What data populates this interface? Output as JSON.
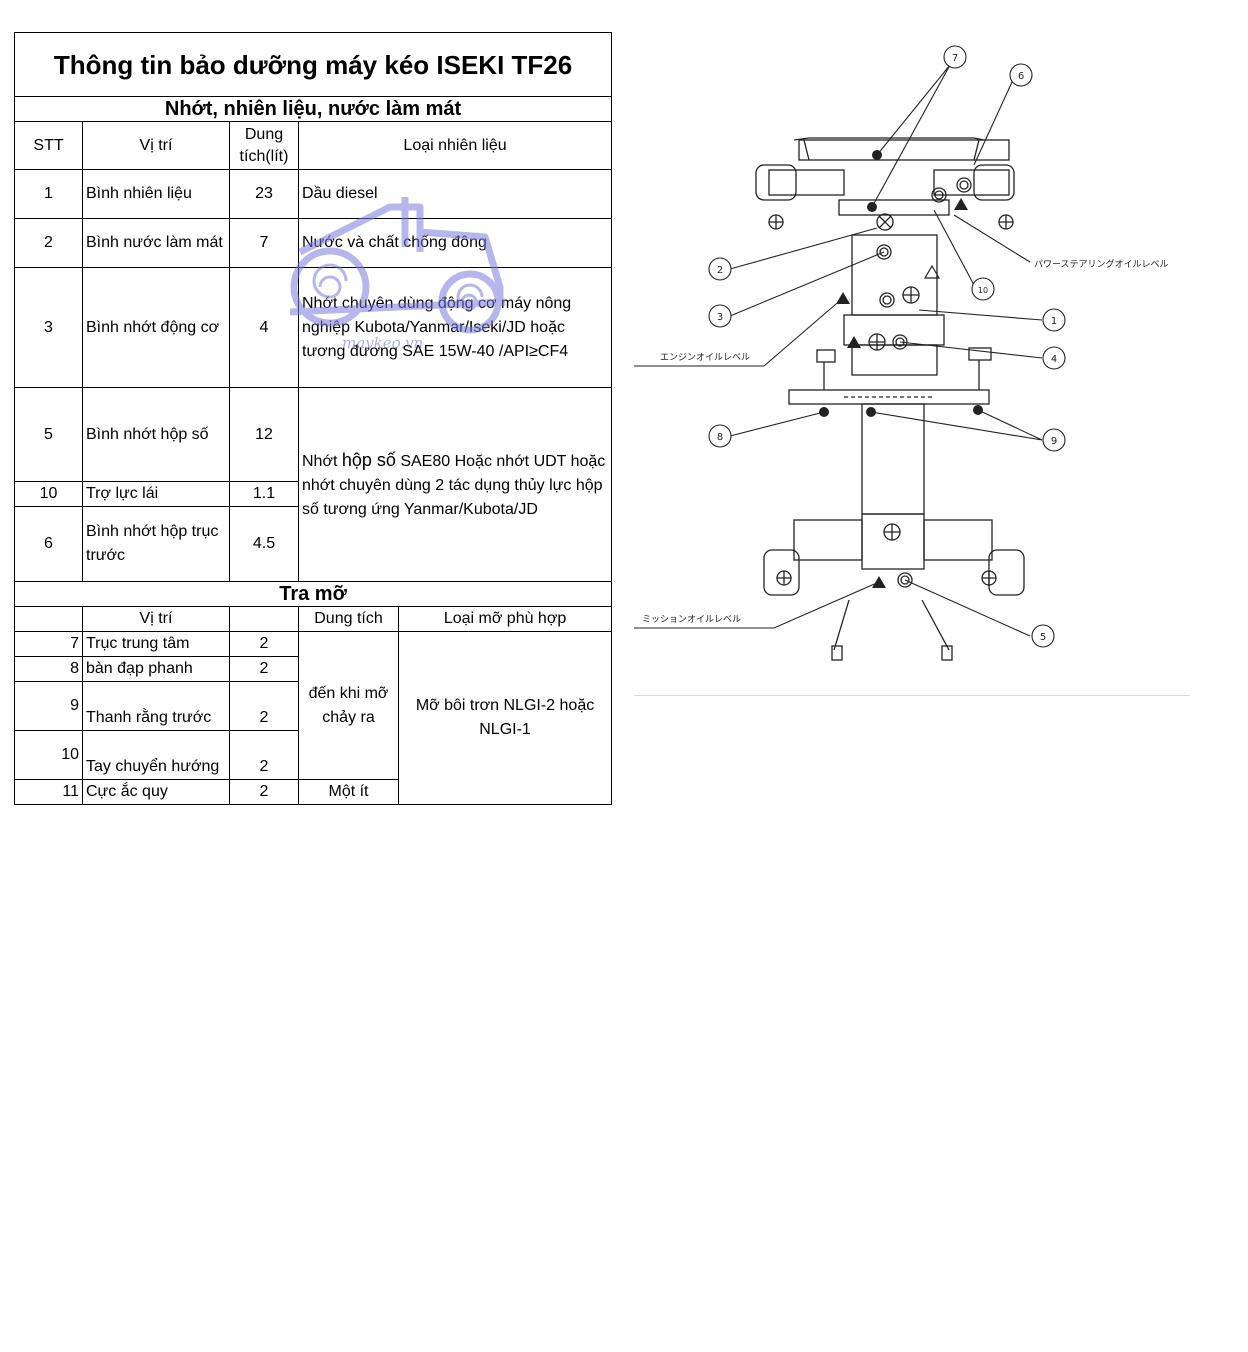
{
  "title": "Thông tin bảo dưỡng máy kéo ISEKI TF26",
  "fluids": {
    "section_title": "Nhớt, nhiên liệu, nước làm mát",
    "headers": {
      "stt": "STT",
      "position": "Vị trí",
      "capacity": "Dung tích(lít)",
      "fuel_type": "Loại nhiên liệu"
    },
    "rows": [
      {
        "stt": "1",
        "position": "Bình nhiên liệu",
        "capacity": "23",
        "type": "Dầu diesel"
      },
      {
        "stt": "2",
        "position": "Bình nước làm mát",
        "capacity": "7",
        "type": "Nước và chất chống đông"
      },
      {
        "stt": "3",
        "position": "Bình nhớt động cơ",
        "capacity": "4",
        "type": "Nhớt chuyên dùng động cơ máy nông nghiệp Kubota/Yanmar/Iseki/JD hoặc tương đương SAE 15W-40 /API≥CF4"
      },
      {
        "stt": "5",
        "position": "Bình nhớt hộp số",
        "capacity": "12"
      },
      {
        "stt": "10",
        "position": "Trợ lực lái",
        "capacity": "1.1"
      },
      {
        "stt": "6",
        "position": "Bình nhớt hộp trục trước",
        "capacity": "4.5"
      }
    ],
    "gear_oil_prefix": "Nhớt",
    "gear_oil_big": "hộp số",
    "gear_oil_rest": " SAE80 Hoặc nhớt UDT hoặc nhớt chuyên dùng 2 tác dụng thủy lực hộp số tương ứng Yanmar/Kubota/JD"
  },
  "grease": {
    "section_title": "Tra mỡ",
    "headers": {
      "position": "Vị trí",
      "capacity": "Dung tích",
      "grease_type": "Loại mỡ phù hợp"
    },
    "rows": [
      {
        "stt": "7",
        "position": "Trục trung tâm",
        "qty": "2"
      },
      {
        "stt": "8",
        "position": "bàn đạp phanh",
        "qty": "2"
      },
      {
        "stt": "9",
        "position": "Thanh rằng trước",
        "qty": "2"
      },
      {
        "stt": "10",
        "position": "Tay chuyển hướng",
        "qty": "2"
      },
      {
        "stt": "11",
        "position": "Cực ắc quy",
        "qty": "2"
      }
    ],
    "capacity_until": "đến khi mỡ chảy ra",
    "capacity_little": "Một ít",
    "grease_type": "Mỡ bôi trơn NLGI-2 hoặc NLGI-1"
  },
  "watermark": "maykeo.vn",
  "diagram": {
    "labels": {
      "power_steering": "パワーステアリングオイルレベル",
      "engine_oil": "エンジンオイルレベル",
      "mission_oil": "ミッションオイルレベル"
    },
    "callouts": [
      "7",
      "6",
      "2",
      "10",
      "3",
      "1",
      "4",
      "8",
      "9",
      "5"
    ]
  }
}
